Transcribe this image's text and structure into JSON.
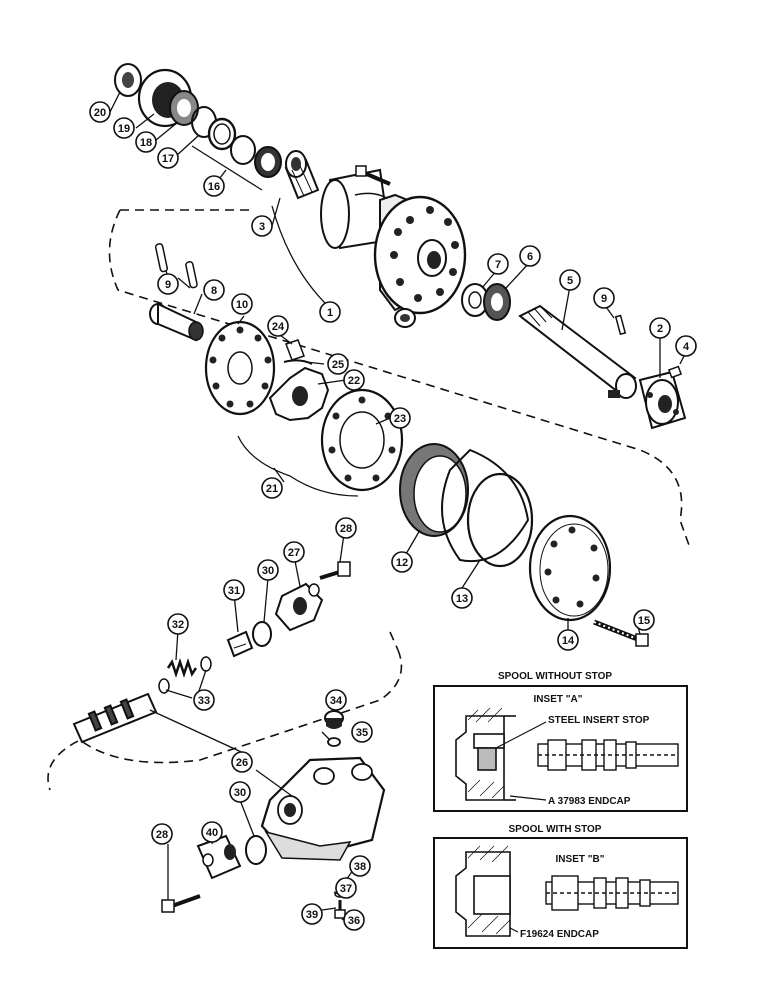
{
  "callouts": [
    "20",
    "19",
    "18",
    "17",
    "16",
    "3",
    "1",
    "9",
    "8",
    "10",
    "24",
    "25",
    "22",
    "23",
    "21",
    "7",
    "6",
    "5",
    "9",
    "2",
    "4",
    "12",
    "13",
    "14",
    "15",
    "28",
    "27",
    "30",
    "31",
    "32",
    "33",
    "34",
    "35",
    "26",
    "40",
    "30",
    "28",
    "38",
    "37",
    "39",
    "36"
  ],
  "inset_a": {
    "heading": "SPOOL WITHOUT STOP",
    "label": "INSET \"A\"",
    "stop_label": "STEEL INSERT STOP",
    "endcap_label": "A 37983 ENDCAP"
  },
  "inset_b": {
    "heading": "SPOOL WITH STOP",
    "label": "INSET \"B\"",
    "endcap_label": "F19624 ENDCAP"
  },
  "colors": {
    "ink": "#111111",
    "paper": "#ffffff",
    "shade": "#555555"
  }
}
